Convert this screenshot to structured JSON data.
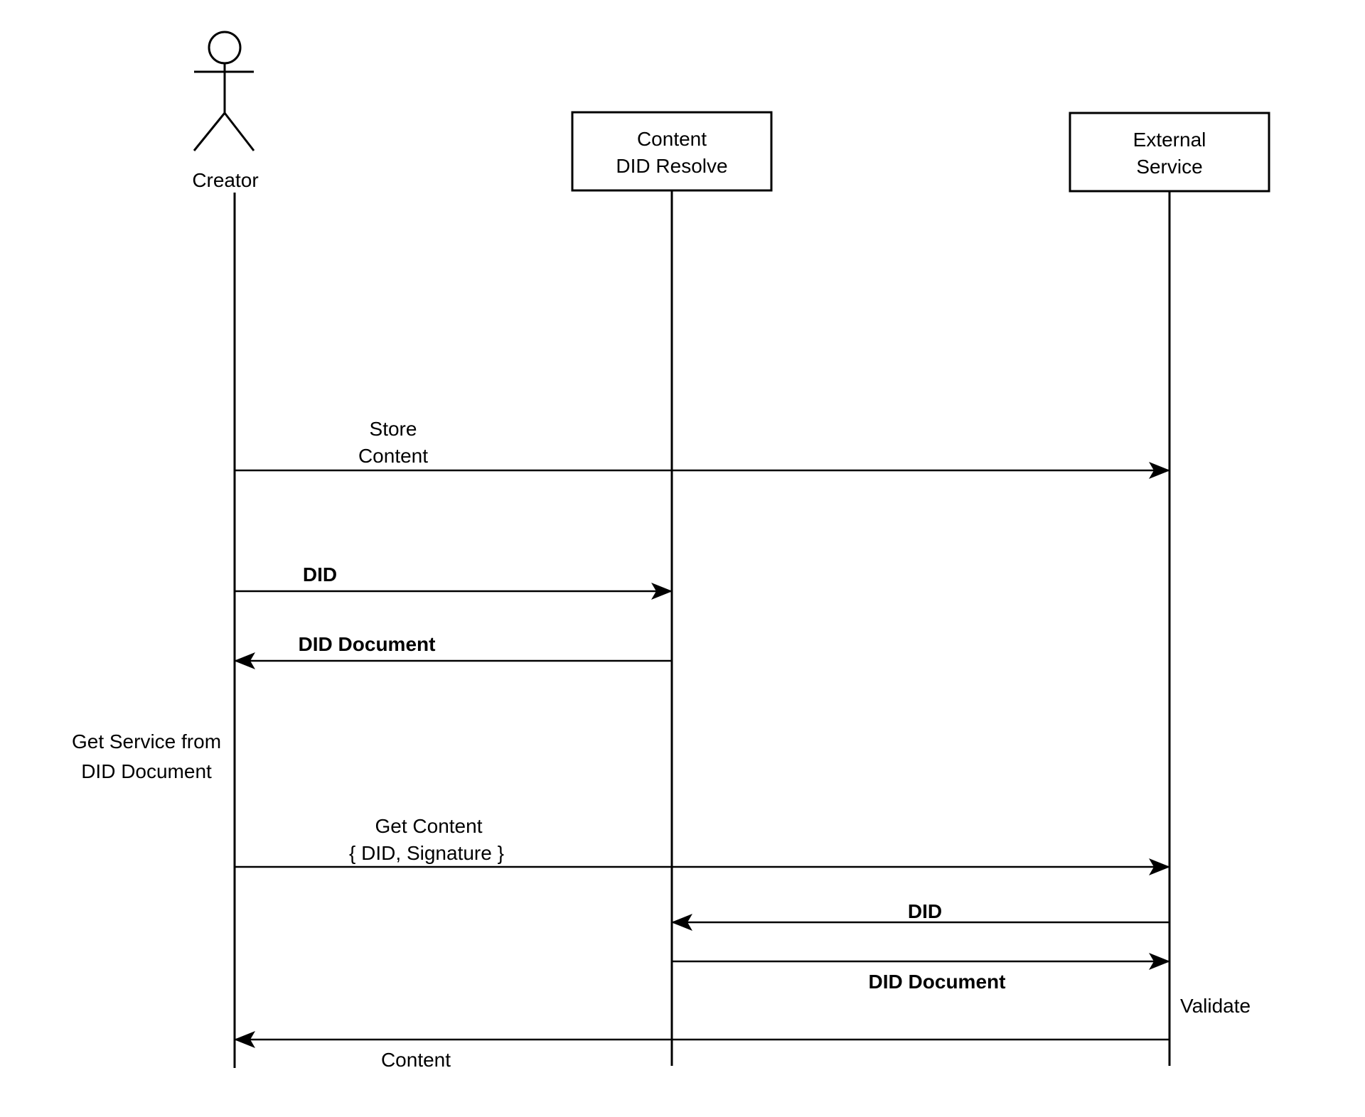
{
  "colors": {
    "background": "#ffffff",
    "stroke": "#000000",
    "text": "#000000"
  },
  "actor": {
    "label": "Creator"
  },
  "participants": {
    "resolver": {
      "line1": "Content",
      "line2": "DID Resolve"
    },
    "external": {
      "line1": "External",
      "line2": "Service"
    }
  },
  "messages": {
    "store_content": {
      "line1": "Store",
      "line2": "Content"
    },
    "did_request": {
      "label": "DID"
    },
    "did_document_response": {
      "label": "DID Document"
    },
    "get_content": {
      "line1": "Get Content",
      "line2": "{ DID, Signature }"
    },
    "did_lookup": {
      "label": "DID"
    },
    "did_document_forward": {
      "label": "DID Document"
    },
    "content_return": {
      "label": "Content"
    }
  },
  "notes": {
    "get_service": {
      "line1": "Get Service from",
      "line2": "DID Document"
    },
    "validate": {
      "label": "Validate"
    }
  }
}
